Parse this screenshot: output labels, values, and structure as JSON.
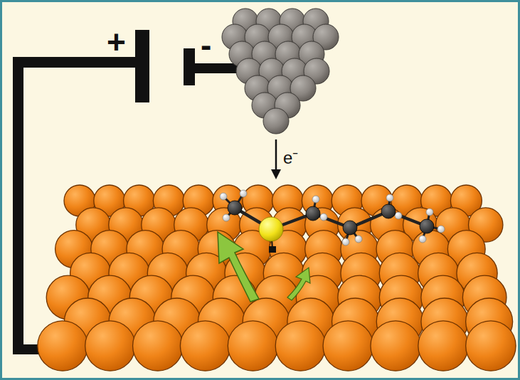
{
  "diagram": {
    "labels": [
      "+",
      "-",
      "e⁻"
    ]
  }
}
